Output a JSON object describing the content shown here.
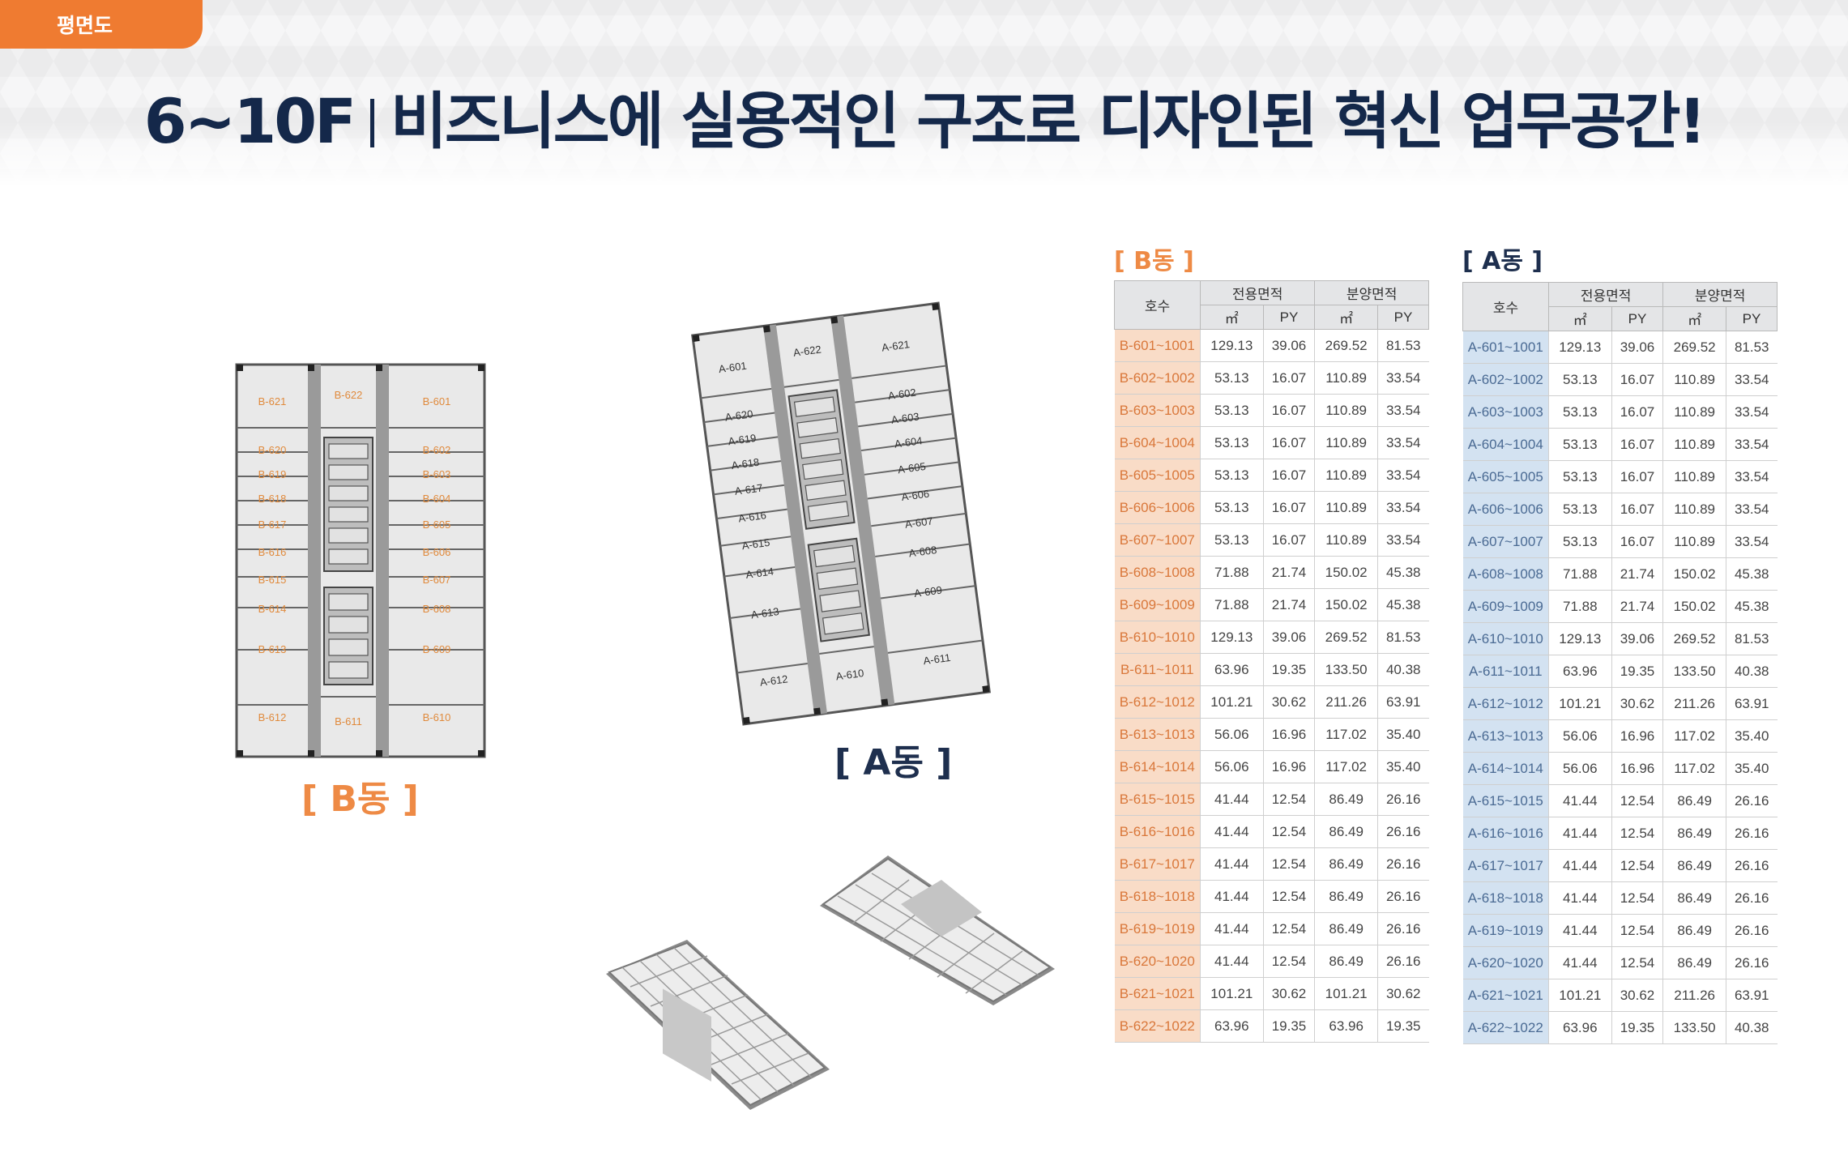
{
  "tab": {
    "label": "평면도"
  },
  "title": {
    "floor": "6~10F",
    "text": "비즈니스에 실용적인 구조로 디자인된 혁신 업무공간!"
  },
  "plans": {
    "b_label": "[ B동 ]",
    "a_label": "[ A동 ]",
    "b_units": [
      "B-621",
      "B-622",
      "B-601",
      "B-620",
      "B-602",
      "B-619",
      "B-603",
      "B-618",
      "B-604",
      "B-617",
      "B-605",
      "B-616",
      "B-606",
      "B-615",
      "B-607",
      "B-614",
      "B-608",
      "B-613",
      "B-609",
      "B-612",
      "B-611",
      "B-610"
    ],
    "a_units": [
      "A-601",
      "A-622",
      "A-621",
      "A-620",
      "A-602",
      "A-619",
      "A-603",
      "A-618",
      "A-604",
      "A-617",
      "A-605",
      "A-616",
      "A-606",
      "A-615",
      "A-607",
      "A-614",
      "A-608",
      "A-613",
      "A-609",
      "A-612",
      "A-610",
      "A-611"
    ]
  },
  "tables": {
    "b": {
      "title": "[ B동 ]",
      "headers": {
        "unit": "호수",
        "exclusive": "전용면적",
        "sale": "분양면적",
        "m2": "㎡",
        "py": "PY"
      },
      "rows": [
        [
          "B-601~1001",
          "129.13",
          "39.06",
          "269.52",
          "81.53"
        ],
        [
          "B-602~1002",
          "53.13",
          "16.07",
          "110.89",
          "33.54"
        ],
        [
          "B-603~1003",
          "53.13",
          "16.07",
          "110.89",
          "33.54"
        ],
        [
          "B-604~1004",
          "53.13",
          "16.07",
          "110.89",
          "33.54"
        ],
        [
          "B-605~1005",
          "53.13",
          "16.07",
          "110.89",
          "33.54"
        ],
        [
          "B-606~1006",
          "53.13",
          "16.07",
          "110.89",
          "33.54"
        ],
        [
          "B-607~1007",
          "53.13",
          "16.07",
          "110.89",
          "33.54"
        ],
        [
          "B-608~1008",
          "71.88",
          "21.74",
          "150.02",
          "45.38"
        ],
        [
          "B-609~1009",
          "71.88",
          "21.74",
          "150.02",
          "45.38"
        ],
        [
          "B-610~1010",
          "129.13",
          "39.06",
          "269.52",
          "81.53"
        ],
        [
          "B-611~1011",
          "63.96",
          "19.35",
          "133.50",
          "40.38"
        ],
        [
          "B-612~1012",
          "101.21",
          "30.62",
          "211.26",
          "63.91"
        ],
        [
          "B-613~1013",
          "56.06",
          "16.96",
          "117.02",
          "35.40"
        ],
        [
          "B-614~1014",
          "56.06",
          "16.96",
          "117.02",
          "35.40"
        ],
        [
          "B-615~1015",
          "41.44",
          "12.54",
          "86.49",
          "26.16"
        ],
        [
          "B-616~1016",
          "41.44",
          "12.54",
          "86.49",
          "26.16"
        ],
        [
          "B-617~1017",
          "41.44",
          "12.54",
          "86.49",
          "26.16"
        ],
        [
          "B-618~1018",
          "41.44",
          "12.54",
          "86.49",
          "26.16"
        ],
        [
          "B-619~1019",
          "41.44",
          "12.54",
          "86.49",
          "26.16"
        ],
        [
          "B-620~1020",
          "41.44",
          "12.54",
          "86.49",
          "26.16"
        ],
        [
          "B-621~1021",
          "101.21",
          "30.62",
          "101.21",
          "30.62"
        ],
        [
          "B-622~1022",
          "63.96",
          "19.35",
          "63.96",
          "19.35"
        ]
      ]
    },
    "a": {
      "title": "[ A동 ]",
      "headers": {
        "unit": "호수",
        "exclusive": "전용면적",
        "sale": "분양면적",
        "m2": "㎡",
        "py": "PY"
      },
      "rows": [
        [
          "A-601~1001",
          "129.13",
          "39.06",
          "269.52",
          "81.53"
        ],
        [
          "A-602~1002",
          "53.13",
          "16.07",
          "110.89",
          "33.54"
        ],
        [
          "A-603~1003",
          "53.13",
          "16.07",
          "110.89",
          "33.54"
        ],
        [
          "A-604~1004",
          "53.13",
          "16.07",
          "110.89",
          "33.54"
        ],
        [
          "A-605~1005",
          "53.13",
          "16.07",
          "110.89",
          "33.54"
        ],
        [
          "A-606~1006",
          "53.13",
          "16.07",
          "110.89",
          "33.54"
        ],
        [
          "A-607~1007",
          "53.13",
          "16.07",
          "110.89",
          "33.54"
        ],
        [
          "A-608~1008",
          "71.88",
          "21.74",
          "150.02",
          "45.38"
        ],
        [
          "A-609~1009",
          "71.88",
          "21.74",
          "150.02",
          "45.38"
        ],
        [
          "A-610~1010",
          "129.13",
          "39.06",
          "269.52",
          "81.53"
        ],
        [
          "A-611~1011",
          "63.96",
          "19.35",
          "133.50",
          "40.38"
        ],
        [
          "A-612~1012",
          "101.21",
          "30.62",
          "211.26",
          "63.91"
        ],
        [
          "A-613~1013",
          "56.06",
          "16.96",
          "117.02",
          "35.40"
        ],
        [
          "A-614~1014",
          "56.06",
          "16.96",
          "117.02",
          "35.40"
        ],
        [
          "A-615~1015",
          "41.44",
          "12.54",
          "86.49",
          "26.16"
        ],
        [
          "A-616~1016",
          "41.44",
          "12.54",
          "86.49",
          "26.16"
        ],
        [
          "A-617~1017",
          "41.44",
          "12.54",
          "86.49",
          "26.16"
        ],
        [
          "A-618~1018",
          "41.44",
          "12.54",
          "86.49",
          "26.16"
        ],
        [
          "A-619~1019",
          "41.44",
          "12.54",
          "86.49",
          "26.16"
        ],
        [
          "A-620~1020",
          "41.44",
          "12.54",
          "86.49",
          "26.16"
        ],
        [
          "A-621~1021",
          "101.21",
          "30.62",
          "211.26",
          "63.91"
        ],
        [
          "A-622~1022",
          "63.96",
          "19.35",
          "133.50",
          "40.38"
        ]
      ]
    }
  },
  "colors": {
    "orange": "#ef7b31",
    "navy": "#14284a",
    "b_cell": "#f9dcc7",
    "a_cell": "#d3e2f1",
    "b_text": "#d9773a",
    "a_text": "#4a6a93"
  }
}
